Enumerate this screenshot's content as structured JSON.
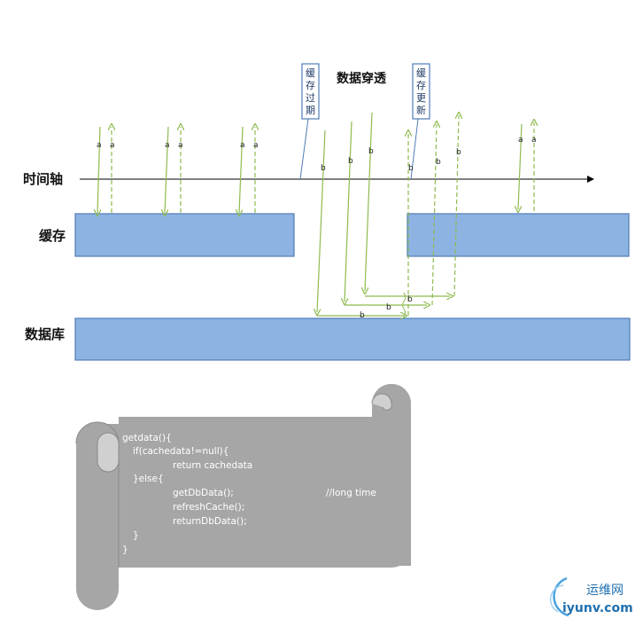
{
  "diagram": {
    "title": "数据穿透",
    "timeline_label": "时间轴",
    "cache_label": "缓存",
    "db_label": "数据库",
    "note_expire": [
      "缓",
      "存",
      "过",
      "期"
    ],
    "note_update": [
      "缓",
      "存",
      "更",
      "新"
    ],
    "label_a": "a",
    "label_b": "b"
  },
  "code": {
    "lines": [
      "getdata(){",
      "if(cachedata!=null){",
      "return cachedata",
      "}else{",
      "getDbData();",
      "//long time",
      "refreshCache();",
      "returnDbData();",
      "}",
      "}"
    ]
  },
  "watermark": {
    "name": "运维网",
    "url": "iyunv.com"
  },
  "colors": {
    "box_fill": "#8db3e2",
    "box_stroke": "#4f7db8",
    "arrow_green": "#8fbb4e",
    "note_stroke": "#4f7db8",
    "scroll_fill": "#a6a6a6"
  }
}
